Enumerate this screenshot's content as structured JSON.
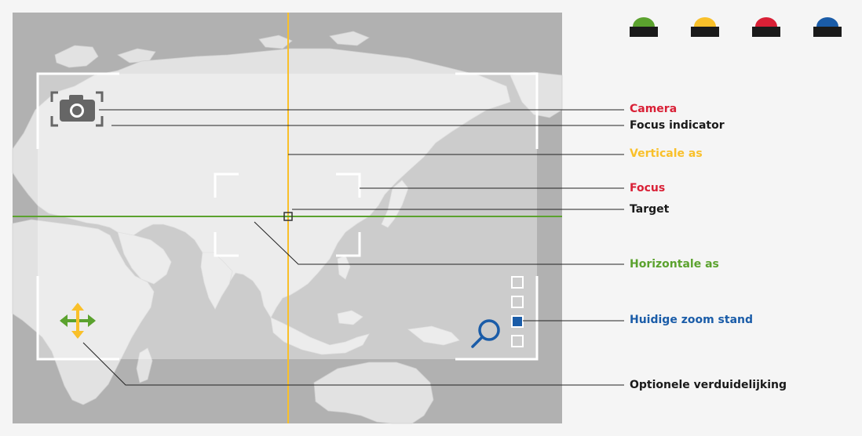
{
  "colors": {
    "green": "#5ba22e",
    "yellow": "#f9c02a",
    "red": "#d92036",
    "blue": "#1a5ca8",
    "dark": "#222222"
  },
  "buttons": [
    {
      "name": "green-button",
      "color": "#5ba22e"
    },
    {
      "name": "yellow-button",
      "color": "#f9c02a"
    },
    {
      "name": "red-button",
      "color": "#d92036"
    },
    {
      "name": "blue-button",
      "color": "#1a5ca8"
    }
  ],
  "labels": {
    "camera": {
      "text": "Camera",
      "color": "#d92036"
    },
    "focus_indicator": {
      "text": "Focus indicator",
      "color": "#1a1a1a"
    },
    "vertical_axis": {
      "text": "Verticale as",
      "color": "#f9c02a"
    },
    "focus": {
      "text": "Focus",
      "color": "#d92036"
    },
    "target": {
      "text": "Target",
      "color": "#1a1a1a"
    },
    "horizontal_axis": {
      "text": "Horizontale as",
      "color": "#5ba22e"
    },
    "zoom_state": {
      "text": "Huidige zoom stand",
      "color": "#1a5ca8"
    },
    "optional_clarification": {
      "text": "Optionele verduidelijking",
      "color": "#1a1a1a"
    }
  },
  "icons": {
    "camera": "camera-icon",
    "move": "move-arrows-icon",
    "zoom": "magnifier-icon"
  },
  "zoom_levels": 4,
  "zoom_current": 3
}
